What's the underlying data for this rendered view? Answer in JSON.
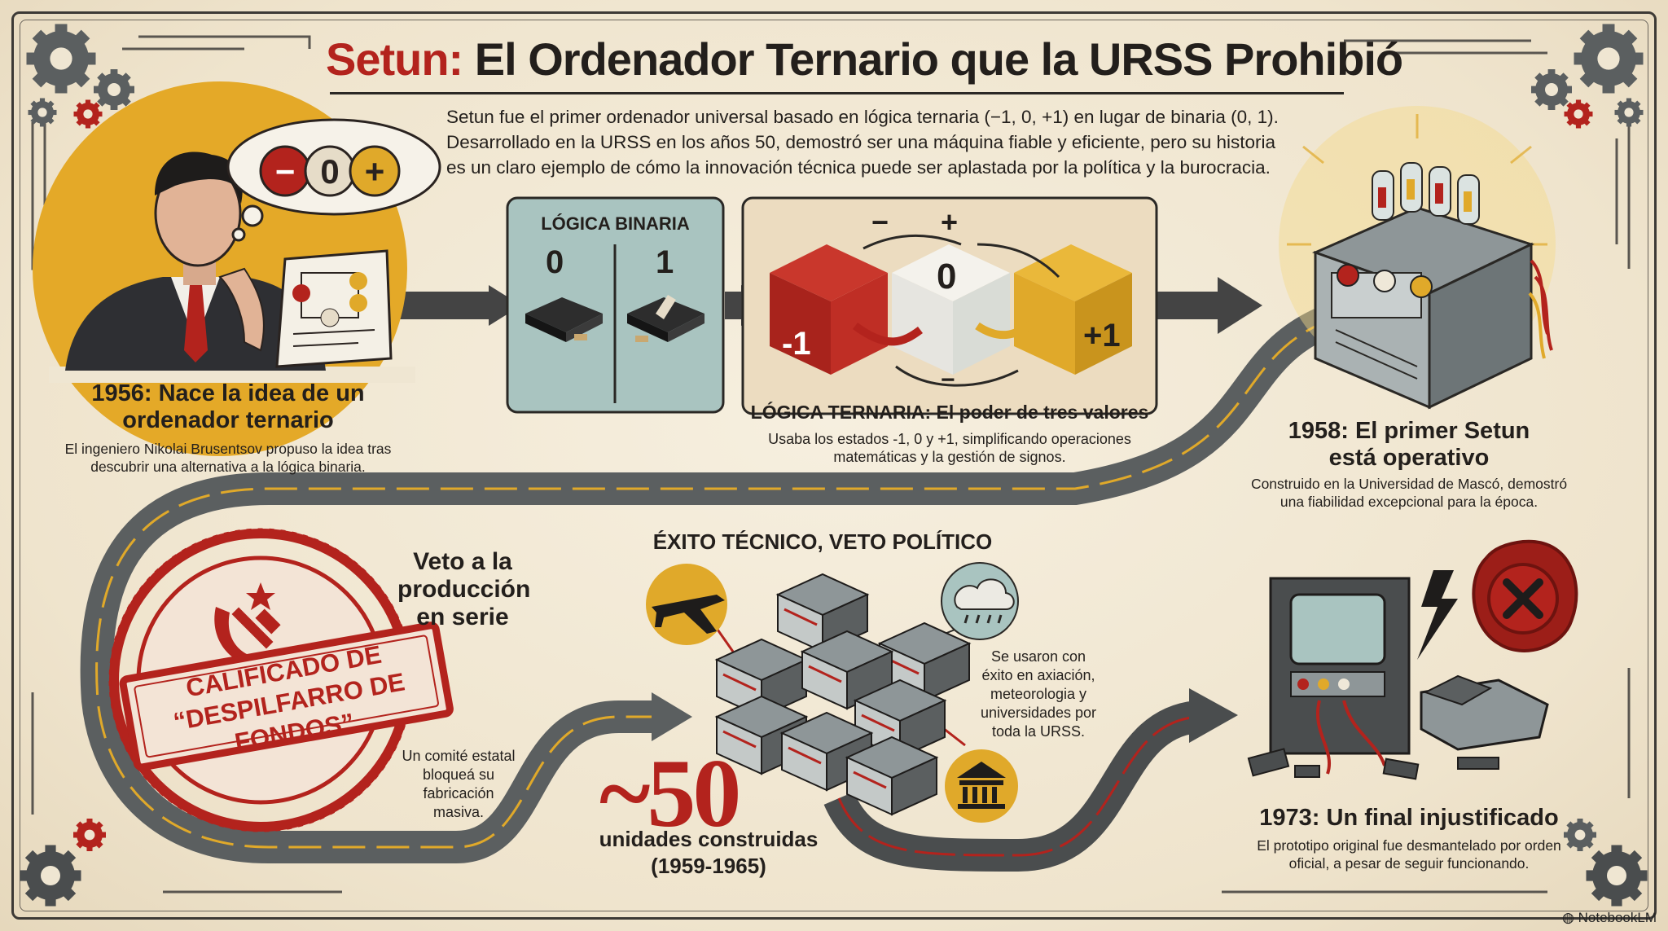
{
  "title": {
    "accent": "Setun:",
    "rest": " El Ordenador Ternario que la URSS Prohibió"
  },
  "intro": "Setun fue el primer ordenador universal basado en lógica ternaria (−1, 0, +1) en lugar de binaria (0, 1). Desarrollado en la URSS en los años 50, demostró ser una máquina fiable y eficiente, pero su historia es un claro ejemplo de cómo la innovación técnica puede ser aplastada por la política y la burocracia.",
  "thought_bubble": {
    "minus": "−",
    "zero": "0",
    "plus": "+"
  },
  "milestone_1956": {
    "title": "1956: Nace la idea de un ordenador ternario",
    "desc": "El ingeniero Nikolai Brusentsov propuso la idea tras descubrir una alternativa a la lógica binaria."
  },
  "binary_panel": {
    "label": "LÓGICA BINARIA",
    "zero": "0",
    "one": "1"
  },
  "ternary_panel": {
    "label": "LÓGICA TERNARIA: El poder de tres valores",
    "desc": "Usaba los estados -1, 0 y +1, simplificando operaciones matemáticas y la gestión de signos.",
    "cube_neg": "-1",
    "cube_zero": "0",
    "cube_pos": "+1",
    "sym_minus": "−",
    "sym_plus": "+",
    "sym_minus_bottom": "−"
  },
  "milestone_1958": {
    "title": "1958: El primer Setun está operativo",
    "desc": "Construido en la Universidad de Mascó, demostró una fiabilidad excepcional para la época."
  },
  "veto": {
    "title": "Veto a la producción en serie",
    "stamp": "CALIFICADO DE “DESPILFARRO DE FONDOS”",
    "desc": "Un comité estatal bloqueá su fabricación masiva."
  },
  "success": {
    "title": "ÉXITO TÉCNICO, VETO POLÍTICO",
    "uses": "Se usaron con éxito en axiación, meteorologia y universidades por toda la URSS.",
    "count": "~50",
    "count_label": "unidades construidas",
    "years": "(1959-1965)"
  },
  "milestone_1973": {
    "title": "1973: Un final injustificado",
    "desc": "El prototipo original fue desmantelado por orden oficial, a pesar de seguir funcionando."
  },
  "watermark": "NotebookLM",
  "colors": {
    "red": "#b3231d",
    "yellow": "#e0a92a",
    "teal": "#a9c4c0",
    "dark": "#3a3835",
    "road": "#5b5f60",
    "bg": "#efe6d2"
  },
  "icons": [
    "gear-icon",
    "airplane-icon",
    "cloud-rain-icon",
    "university-icon",
    "wax-seal-x-icon",
    "hammer-sickle-icon",
    "lightning-icon"
  ]
}
